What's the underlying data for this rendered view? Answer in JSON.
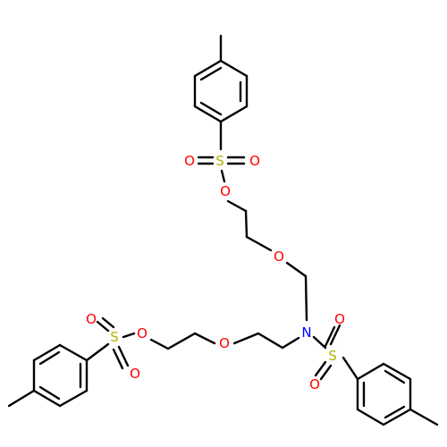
{
  "colors": {
    "O": "#ff0000",
    "S": "#b3b300",
    "N": "#0000ff",
    "bond": "#000000",
    "background": "#ffffff"
  },
  "atoms": {
    "s_top": "S",
    "o_top_left": "O",
    "o_top_right": "O",
    "o_top_ester": "O",
    "o_ether_upper": "O",
    "n_amine": "N",
    "s_right": "S",
    "o_right_upper": "O",
    "o_right_lower": "O",
    "s_left": "S",
    "o_left_upper": "O",
    "o_left_lower": "O",
    "o_left_ester": "O",
    "o_ether_lower": "O"
  }
}
